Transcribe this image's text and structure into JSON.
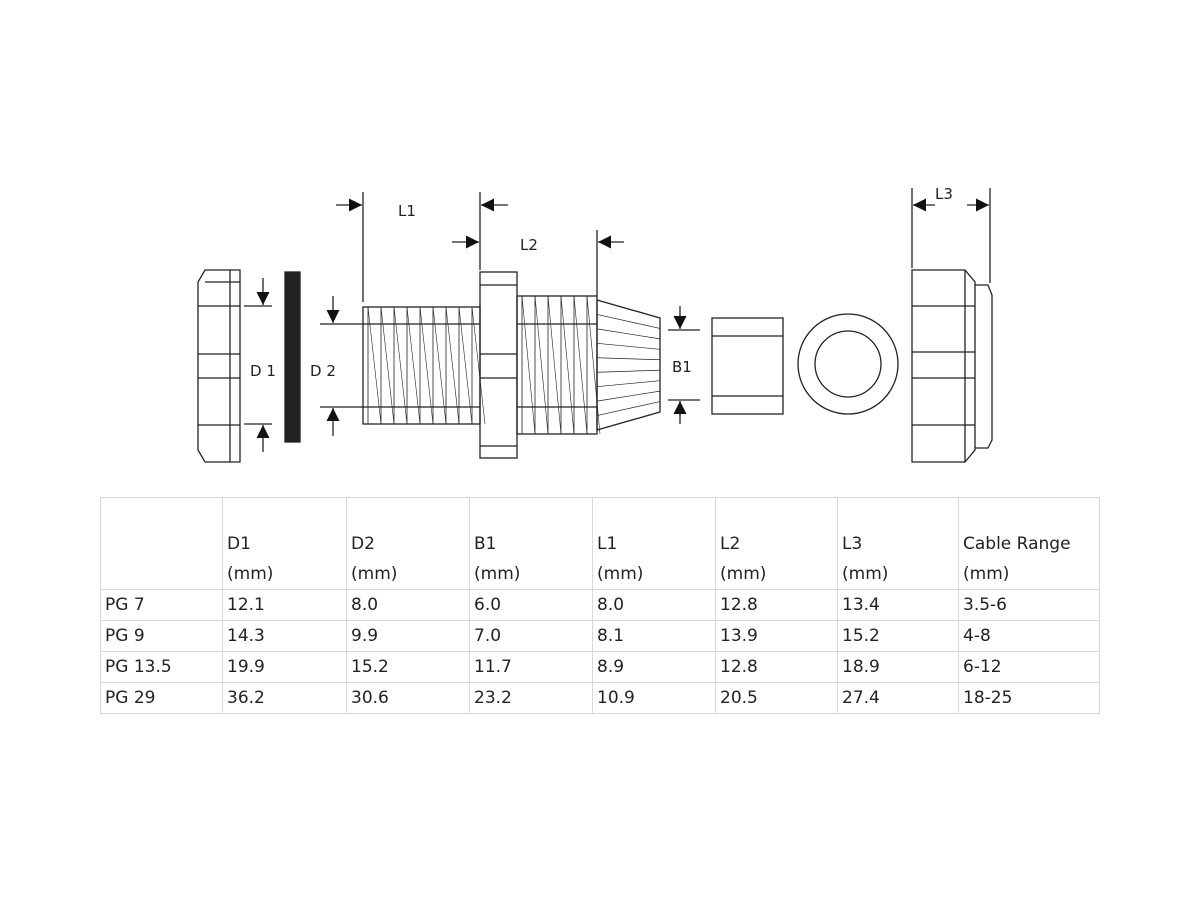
{
  "diagram": {
    "labels": {
      "d1": "D 1",
      "d2": "D 2",
      "l1": "L1",
      "l2": "L2",
      "b1": "B1",
      "l3": "L3"
    }
  },
  "table": {
    "headers": [
      {
        "name": "",
        "unit": ""
      },
      {
        "name": "D1",
        "unit": "(mm)"
      },
      {
        "name": "D2",
        "unit": "(mm)"
      },
      {
        "name": "B1",
        "unit": "(mm)"
      },
      {
        "name": "L1",
        "unit": "(mm)"
      },
      {
        "name": "L2",
        "unit": "(mm)"
      },
      {
        "name": "L3",
        "unit": "(mm)"
      },
      {
        "name": "Cable Range",
        "unit": "(mm)"
      }
    ],
    "rows": [
      [
        "PG 7",
        "12.1",
        "8.0",
        "6.0",
        "8.0",
        "12.8",
        "13.4",
        "3.5-6"
      ],
      [
        "PG 9",
        "14.3",
        "9.9",
        "7.0",
        "8.1",
        "13.9",
        "15.2",
        "4-8"
      ],
      [
        "PG 13.5",
        "19.9",
        "15.2",
        "11.7",
        "8.9",
        "12.8",
        "18.9",
        "6-12"
      ],
      [
        "PG 29",
        "36.2",
        "30.6",
        "23.2",
        "10.9",
        "20.5",
        "27.4",
        "18-25"
      ]
    ]
  }
}
